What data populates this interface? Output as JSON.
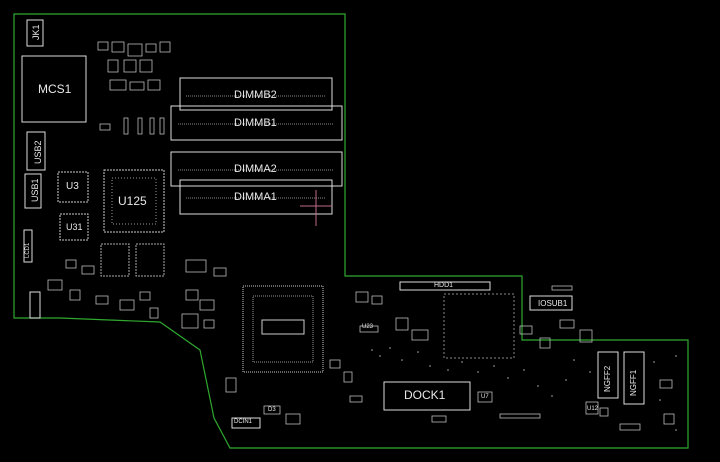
{
  "board": {
    "outline_color": "#2fa82f",
    "silk_color": "#e0e0e0",
    "background": "#000000"
  },
  "labels": {
    "jk1": "JK1",
    "mcs1": "MCS1",
    "usb2": "USB2",
    "usb1": "USB1",
    "u3": "U3",
    "u125": "U125",
    "u31": "U31",
    "dimmb2": "DIMMB2",
    "dimmb1": "DIMMB1",
    "dimma2": "DIMMA2",
    "dimma1": "DIMMA1",
    "hdd1": "HDD1",
    "iosub1": "IOSUB1",
    "dock1": "DOCK1",
    "ngff2": "NGFF2",
    "ngff1": "NGFF1",
    "dcin1": "DCIN1",
    "lcd1": "LCD1",
    "u12": "U12",
    "u7": "U7",
    "u23": "U23",
    "d3": "D3"
  }
}
